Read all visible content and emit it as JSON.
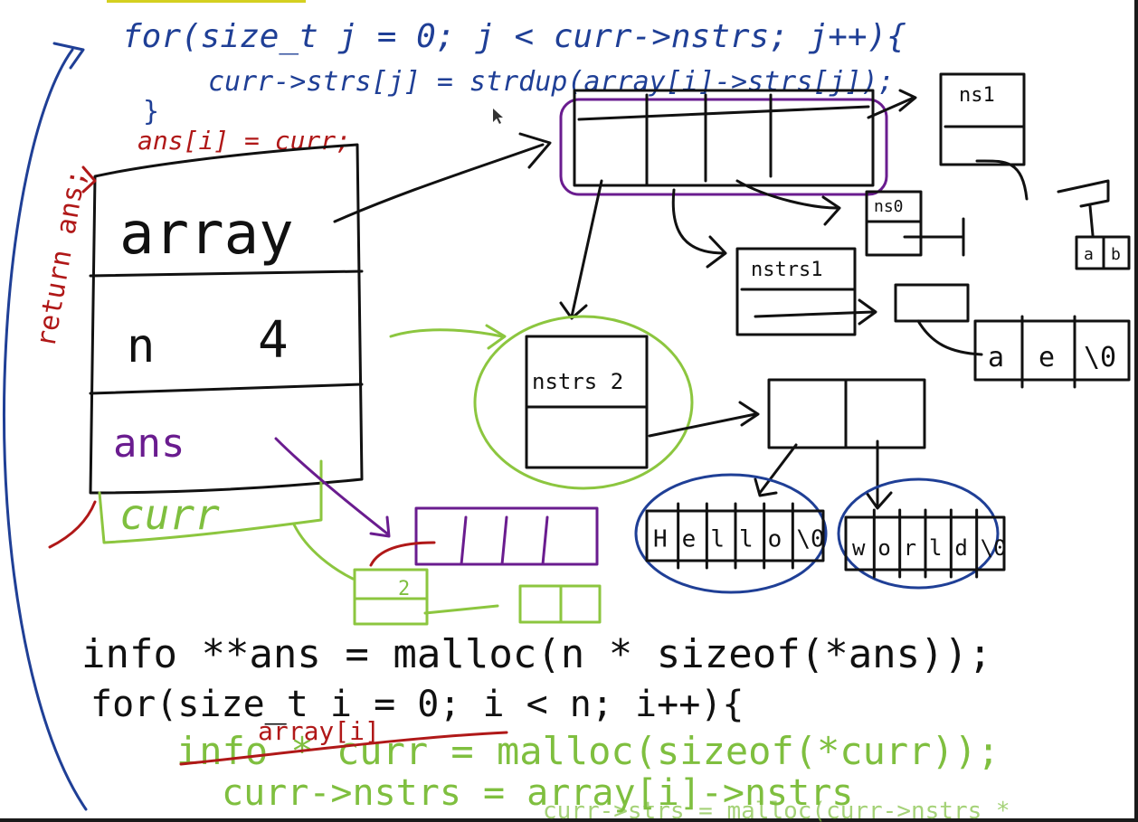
{
  "code_top": {
    "line1": "for(size_t j = 0; j < curr->nstrs; j++){",
    "line2": "curr->strs[j] = strdup(array[i]->strs[j]);",
    "close": "}",
    "assign": "ans[i] = curr;"
  },
  "side_label": "return ans;",
  "struct_fields": [
    "array",
    "n",
    "ans"
  ],
  "n_value": "4",
  "curr_label": "curr",
  "node_labels": {
    "ns1": "ns1",
    "ns0": "ns0",
    "nstrs1": "nstrs1",
    "nstrs2": "nstrs 2",
    "small_value": "2"
  },
  "strings": {
    "hello": [
      "H",
      "e",
      "l",
      "l",
      "o",
      "\\0"
    ],
    "world": [
      "w",
      "o",
      "r",
      "l",
      "d",
      "\\0"
    ],
    "ae": [
      "a",
      "e",
      "\\0"
    ],
    "ab": [
      "a",
      "b"
    ]
  },
  "code_bottom": {
    "line1": "info **ans = malloc(n * sizeof(*ans));",
    "line2": "for(size_t i = 0; i < n; i++){",
    "line3_struck": "info * curr = malloc(sizeof(*curr));",
    "line3_correction": "array[i]",
    "line4": "curr->nstrs = array[i]->nstrs",
    "line5": "curr->strs = malloc(curr->nstrs *"
  },
  "colors": {
    "blue": "#1f3f96",
    "red": "#b01818",
    "purple": "#6a1c8f",
    "green": "#8cc63f",
    "black": "#111111",
    "frame_yellow": "#e8e020"
  }
}
